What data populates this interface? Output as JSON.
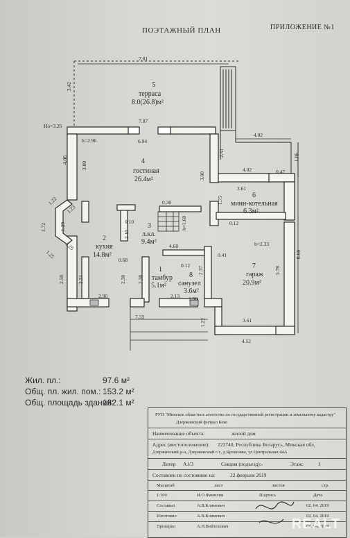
{
  "header": {
    "title": "ПОЭТАЖНЫЙ ПЛАН",
    "appendix": "ПРИЛОЖЕНИЕ №1"
  },
  "rooms": [
    {
      "num": "5",
      "name": "терраса",
      "area": "8.0(26.8)м²"
    },
    {
      "num": "4",
      "name": "гостиная",
      "area": "26.4м²"
    },
    {
      "num": "6",
      "name": "мини-котельная",
      "area": "6.3м²"
    },
    {
      "num": "3",
      "name": "л.кл.",
      "area": "9.4м²"
    },
    {
      "num": "2",
      "name": "кухня",
      "area": "14.8м²"
    },
    {
      "num": "7",
      "name": "гараж",
      "area": "20.9м²"
    },
    {
      "num": "1",
      "name": "тамбур",
      "area": "5.1м²"
    },
    {
      "num": "8",
      "name": "санузел",
      "area": "3.6м²"
    }
  ],
  "dimensions": {
    "d781": "7.81",
    "d342": "3.42",
    "d787": "7.87",
    "ho": "Ho=3.26",
    "h296": "h=2.96",
    "d694": "6.94",
    "d402a": "4.02",
    "d186": "1.86",
    "d251": "2.51",
    "d406": "4.06",
    "d380a": "3.80",
    "d380b": "3.80",
    "d402b": "4.02",
    "d047": "0.47",
    "d361a": "3.61",
    "d122": "1.22",
    "d175": "1.75",
    "d030": "0.30",
    "d172": "1.72",
    "d123": "1.23",
    "d129": "1.29",
    "d010": "0.10",
    "d160": "h=1.60",
    "d012a": "0.12",
    "d210": "2.10",
    "h233": "h=2.33",
    "d125a": "1.25",
    "d125b": "1.25",
    "d460": "4.60",
    "d860": "8.60",
    "d068": "0.68",
    "d041": "0.41",
    "d012b": "0.12",
    "d237": "2.37",
    "d578": "5.78",
    "d258": "2.58",
    "d231": "2.31",
    "d238a": "2.38",
    "d238b": "2.38",
    "d290": "2.90",
    "d213": "2.13",
    "d150": "1.50",
    "d733": "7.33",
    "d122b": "1.22",
    "d361b": "3.61",
    "d452": "4.52"
  },
  "areas": [
    {
      "label": "Жил. пл.:",
      "value": "97.6  м²"
    },
    {
      "label": "Общ. пл. жил. пом.:",
      "value": "153.2 м²"
    },
    {
      "label": "Общ. площадь здания:",
      "value": "182.1 м²"
    }
  ],
  "stamp": {
    "org": "РУП \"Минское областное агентство по государственной регистрации и земельному кадастру\"",
    "org2": "Дзержинский  филиал  Беко",
    "object_label": "Наименование объекта:",
    "object_value": "жилой дом",
    "address_label": "Адрес (местоположение):",
    "address_line1": "222740, Республика Беларусь, Минская обл,",
    "address_line2": "Дзержинский р-н, Дзержинский с/с, д.Ярошовка, ул.Центральная,44А",
    "liter_label": "Литер",
    "liter_value": "А1/3",
    "section_label": "Секция (подъезд):-",
    "floor_label": "Этаж:",
    "floor_value": "1",
    "compiled_label": "Составлен по состоянию на:",
    "compiled_value": "22 февраля 2019",
    "cols": [
      "Масштаб",
      "лист",
      "листов",
      "стр."
    ],
    "cols2": [
      "1:100",
      "И.О.Фамилия",
      "Подпись",
      "Дата"
    ],
    "rows": [
      {
        "role": "Составил",
        "name": "А.В.Климович",
        "date": "02. 04. 2019"
      },
      {
        "role": "Изготовил",
        "name": "А.В.Климович",
        "date": "02. 04. 2019"
      },
      {
        "role": "Проверил",
        "name": "А.Н.Войтехович",
        "date": "02. 04. 2019"
      }
    ]
  },
  "watermark": "REALT"
}
